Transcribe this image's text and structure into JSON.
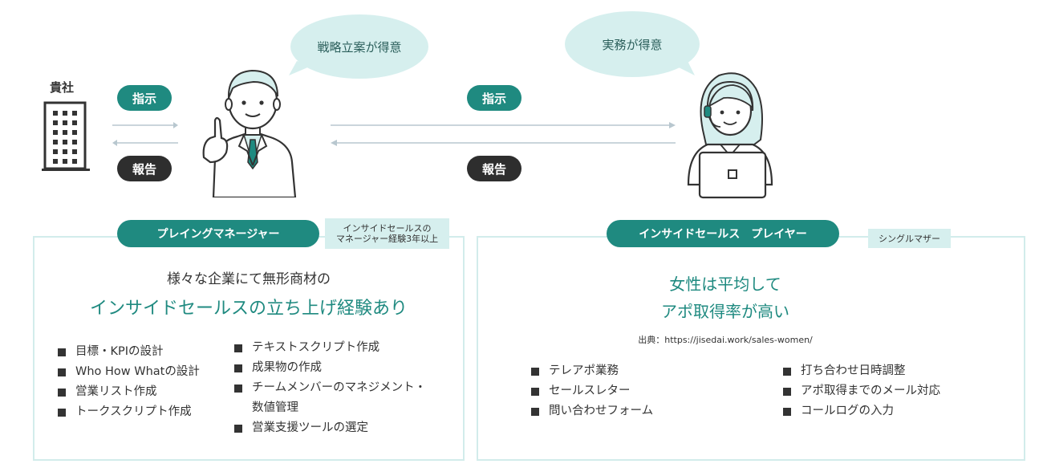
{
  "company_label": "貴社",
  "instruction_label": "指示",
  "report_label": "報告",
  "bubbles": {
    "manager": "戦略立案が得意",
    "player": "実務が得意"
  },
  "left_panel": {
    "band": "プレイングマネージャー",
    "tag_line1": "インサイドセールスの",
    "tag_line2": "マネージャー経験3年以上",
    "subtitle": "様々な企業にて無形商材の",
    "headline": "インサイドセールスの立ち上げ経験あり",
    "list_a": [
      "目標・KPIの設計",
      "Who How Whatの設計",
      "営業リスト作成",
      "トークスクリプト作成"
    ],
    "list_b": [
      "テキストスクリプト作成",
      "成果物の作成",
      "チームメンバーのマネジメント・",
      "数値管理",
      "営業支援ツールの選定"
    ]
  },
  "right_panel": {
    "band": "インサイドセールス　プレイヤー",
    "tag": "シングルマザー",
    "headline_line1": "女性は平均して",
    "headline_line2": "アポ取得率が高い",
    "source": "出典：https://jisedai.work/sales-women/",
    "list_a": [
      "テレアポ業務",
      "セールスレター",
      "問い合わせフォーム"
    ],
    "list_b": [
      "打ち合わせ日時調整",
      "アポ取得までのメール対応",
      "コールログの入力"
    ]
  },
  "colors": {
    "teal": "#1f8a80",
    "dark": "#2e2e2e",
    "light_teal": "#d6efee",
    "arrow": "#b8c7cf"
  }
}
